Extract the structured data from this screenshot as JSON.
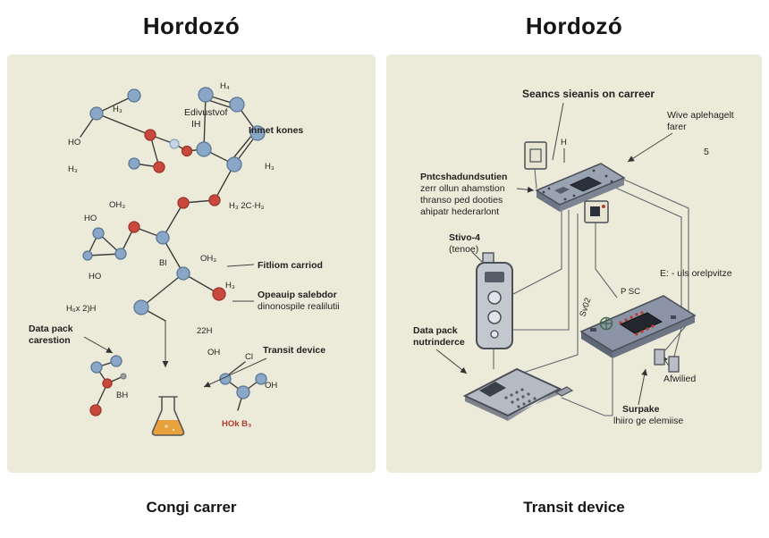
{
  "panels": {
    "left": {
      "title": "Hordozó",
      "caption": "Congi carrer",
      "labels": {
        "h3_a": "H₃",
        "ho_a": "HO",
        "h3_b": "H₃",
        "edivustvof": "Edivustvof",
        "ih": "IH",
        "h4": "H₄",
        "inmet": "Inmet kones",
        "h3_c": "H₃",
        "h3_2ch3": "H₃ 2C·H₃",
        "oh3_a": "OH₃",
        "ho_b": "HO",
        "bl": "Bl",
        "oh3_b": "OH₃",
        "fitliom": "Fitliom carriod",
        "h3_d": "H₃",
        "opeauip1": "Opeauip salebdor",
        "opeauip2": "dinonospile realilutii",
        "ho_c": "HO",
        "h6x2h": "H₆x 2)H",
        "datapack1": "Data pack",
        "datapack2": "carestion",
        "t22h": "22H",
        "oh_a": "OH",
        "transit": "Transit device",
        "cl": "Cl",
        "oh_b": "OH",
        "bh": "BH",
        "hokb3": "HOk B₃"
      }
    },
    "right": {
      "title": "Hordozó",
      "caption": "Transit device",
      "labels": {
        "seancs": "Seancs sieanis on carreer",
        "wive1": "Wive aplehagelt",
        "wive2": "farer",
        "five": "5",
        "h": "H",
        "pnt1": "Pntcshadundsutien",
        "pnt2": "zerr ollun ahamstion",
        "pnt3": "thranso ped dooties",
        "pnt4": "ahipatr hederarlont",
        "stivo1": "Stivo-4",
        "stivo2": "(tenoe)",
        "euls": "E: - uls orelpvitze",
        "psc": "P SC",
        "sv": "Sv02",
        "datapack1": "Data pack",
        "datapack2": "nutrinderce",
        "afwilied": "Afwilied",
        "surpake1": "Surpake",
        "surpake2": "lhiiro ge elemiise"
      }
    }
  },
  "colors": {
    "panel_bg": "#ecead9",
    "atom_blue": "#8ba7c7",
    "atom_blue_stroke": "#5a7796",
    "atom_red": "#c94a3d",
    "atom_red_stroke": "#9e352c",
    "flask_liquid": "#e8a13c",
    "board": "#99a3b2",
    "board_tilted": "#8b94a6",
    "chip_dark": "#2c313c",
    "pin_red": "#c0392b",
    "device_gray": "#c3c7ce"
  }
}
